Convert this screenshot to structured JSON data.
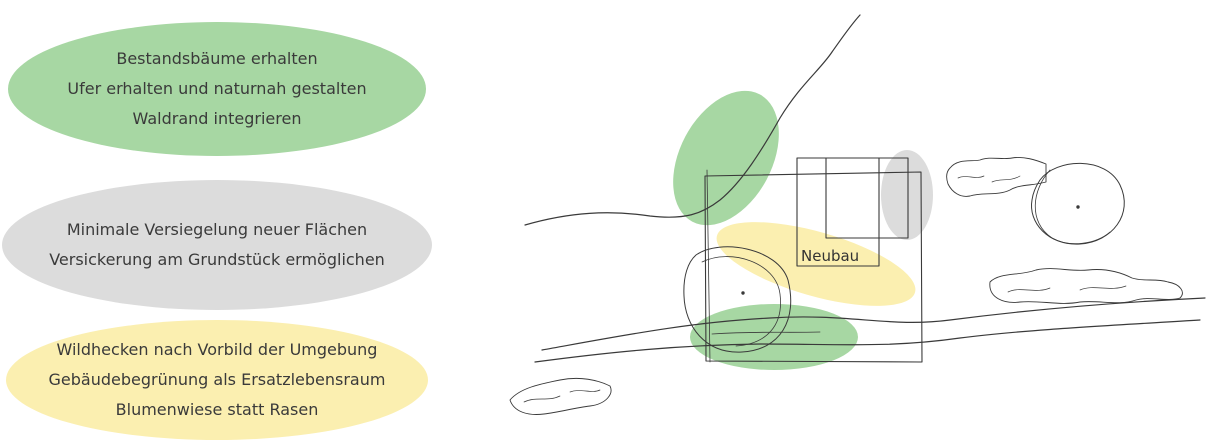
{
  "colors": {
    "green": "#a7d7a3",
    "grey": "#dcdcdc",
    "yellow": "#fbefb0",
    "line": "#3a3a3a"
  },
  "legend": {
    "green": {
      "lines": [
        "Bestandsbäume erhalten",
        "Ufer erhalten und naturnah gestalten",
        "Waldrand integrieren"
      ]
    },
    "grey": {
      "lines": [
        "Minimale Versiegelung neuer Flächen",
        "Versickerung am Grundstück ermöglichen"
      ]
    },
    "yellow": {
      "lines": [
        "Wildhecken nach Vorbild der Umgebung",
        "Gebäudebegrünung als Ersatzlebensraum",
        "Blumenwiese statt Rasen"
      ]
    }
  },
  "plan": {
    "building_label": "Neubau"
  }
}
